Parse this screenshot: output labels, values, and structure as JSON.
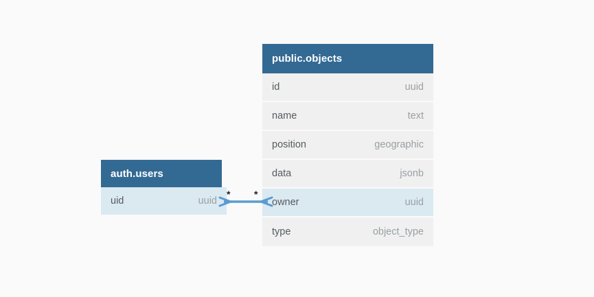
{
  "diagram": {
    "type": "entity-relationship-diagram",
    "background_color": "#fafafa",
    "entities": [
      {
        "id": "objects",
        "title": "public.objects",
        "header_color": "#336a94",
        "row_color": "#f0f0f0",
        "highlight_color": "#dbe9f1",
        "fields": [
          {
            "name": "id",
            "type": "uuid",
            "highlighted": false
          },
          {
            "name": "name",
            "type": "text",
            "highlighted": false
          },
          {
            "name": "position",
            "type": "geographic",
            "highlighted": false
          },
          {
            "name": "data",
            "type": "jsonb",
            "highlighted": false
          },
          {
            "name": "owner",
            "type": "uuid",
            "highlighted": true
          },
          {
            "name": "type",
            "type": "object_type",
            "highlighted": false
          }
        ]
      },
      {
        "id": "users",
        "title": "auth.users",
        "header_color": "#336a94",
        "row_color": "#dbe9f1",
        "highlight_color": "#dbe9f1",
        "fields": [
          {
            "name": "uid",
            "type": "uuid",
            "highlighted": true
          }
        ]
      }
    ],
    "relationship": {
      "from_entity": "auth.users",
      "from_field": "uid",
      "to_entity": "public.objects",
      "to_field": "owner",
      "line_color": "#5b9bd1",
      "source_cardinality": "*",
      "target_cardinality": "*",
      "notation": "crows-foot"
    }
  }
}
